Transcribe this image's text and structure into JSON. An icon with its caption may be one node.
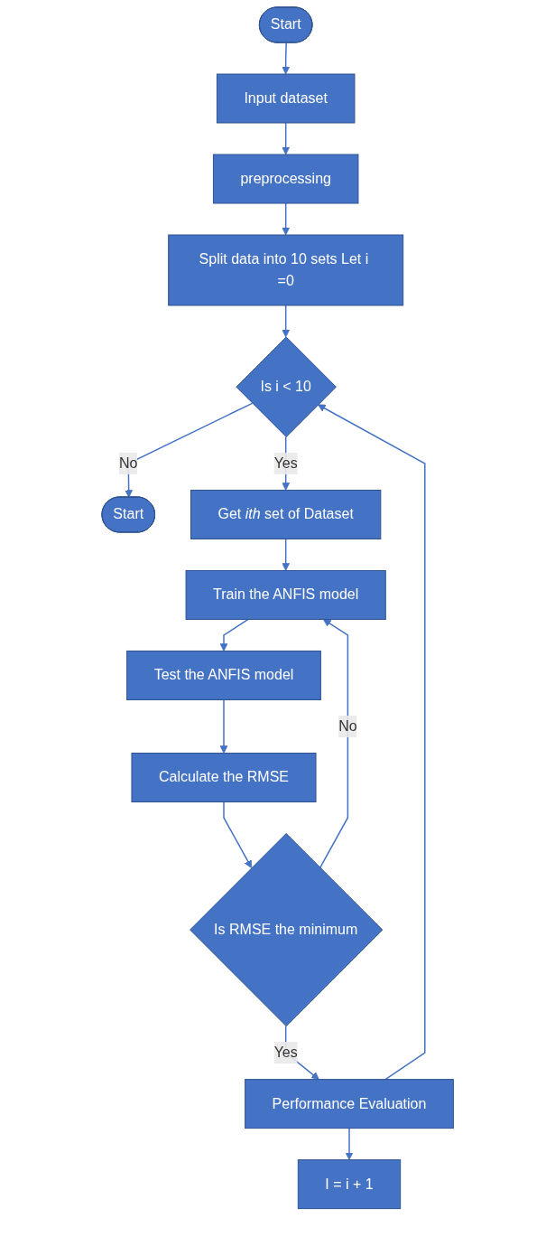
{
  "diagram": {
    "nodes": [
      {
        "text": [
          "Start"
        ]
      },
      {
        "text": [
          "Input dataset"
        ]
      },
      {
        "text": [
          "preprocessing"
        ]
      },
      {
        "text": [
          "Split data into 10 sets Let i =0"
        ]
      },
      {
        "text": [
          "Is i < 10"
        ]
      },
      {
        "text": [
          "Start"
        ]
      },
      {
        "text": [
          "Get *ith* set of Dataset"
        ]
      },
      {
        "text": [
          "Train the ANFIS model"
        ]
      },
      {
        "text": [
          "Test the ANFIS model"
        ]
      },
      {
        "text": [
          "Calculate the RMSE"
        ]
      },
      {
        "text": [
          "Is RMSE the minimum"
        ]
      },
      {
        "text": [
          "Performance Evaluation"
        ]
      },
      {
        "text": [
          "I = i + 1"
        ]
      }
    ],
    "edges": [
      {
        "from": 0,
        "to": 1,
        "arrow": "to"
      },
      {
        "from": 1,
        "to": 2,
        "arrow": "to"
      },
      {
        "from": 2,
        "to": 3,
        "arrow": "to"
      },
      {
        "from": 3,
        "to": 4,
        "arrow": "to"
      },
      {
        "from": 4,
        "to": 5,
        "arrow": "to",
        "label": "No"
      },
      {
        "from": 4,
        "to": 6,
        "arrow": "to",
        "label": "Yes"
      },
      {
        "from": 6,
        "to": 7,
        "arrow": "to"
      },
      {
        "from": 7,
        "to": 8,
        "arrow": "to"
      },
      {
        "from": 8,
        "to": 9,
        "arrow": "to"
      },
      {
        "from": 9,
        "to": 10,
        "arrow": "to"
      },
      {
        "from": 10,
        "to": 7,
        "arrow": "to",
        "label": "No"
      },
      {
        "from": 10,
        "to": 11,
        "arrow": "to",
        "label": "Yes"
      },
      {
        "from": 11,
        "to": 12,
        "arrow": "to"
      },
      {
        "from": 11,
        "to": 4,
        "arrow": "to"
      }
    ]
  }
}
